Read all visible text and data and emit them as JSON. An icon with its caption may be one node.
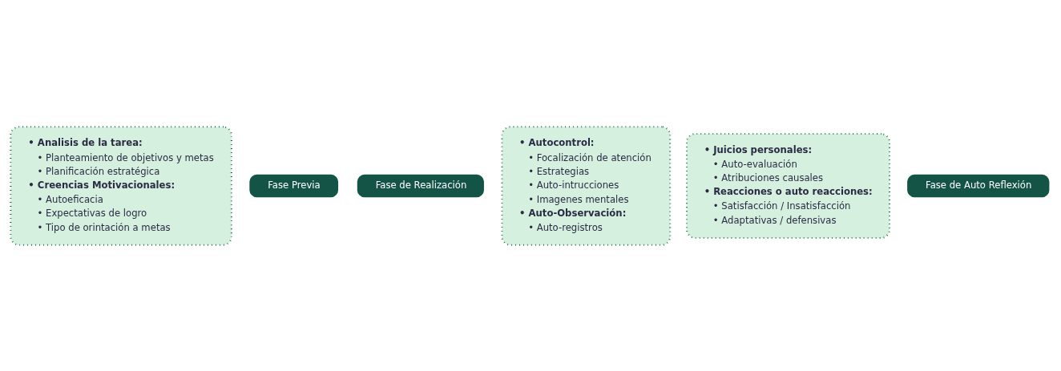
{
  "diagram": {
    "nodes": [
      {
        "text": [
          "• Analisis de la tarea:",
          "• Planteamiento de objetivos y metas",
          "• Planificación estratégica",
          "• Creencias Motivacionales:",
          "• Autoeficacia",
          "• Expectativas de logro",
          "• Tipo de orintación a metas"
        ]
      },
      {
        "text": [
          "Fase Previa"
        ]
      },
      {
        "text": [
          "Fase de Realización"
        ]
      },
      {
        "text": [
          "• Autocontrol:",
          "• Focalización de atención",
          "• Estrategias",
          "• Auto-intrucciones",
          "• Imagenes mentales",
          "• Auto-Observación:",
          "• Auto-registros"
        ]
      },
      {
        "text": [
          "• Juicios personales:",
          "• Auto-evaluación",
          "• Atribuciones causales",
          "• Reacciones o auto reacciones:",
          "• Satisfacción / Insatisfacción",
          "• Adaptativas / defensivas"
        ]
      },
      {
        "text": [
          "Fase de Auto Reflexión"
        ]
      }
    ]
  }
}
